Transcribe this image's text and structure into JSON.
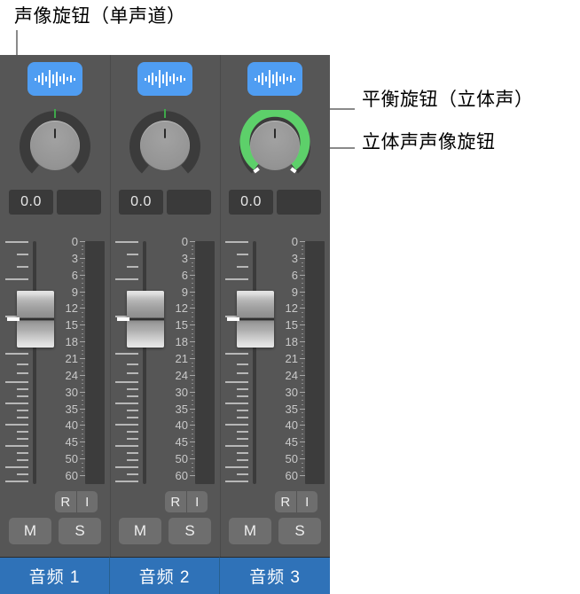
{
  "callouts": [
    {
      "id": "pan-mono",
      "text": "声像旋钮（单声道）"
    },
    {
      "id": "balance",
      "text": "平衡旋钮（立体声）"
    },
    {
      "id": "stereo-pan",
      "text": "立体声声像旋钮"
    }
  ],
  "colors": {
    "panel_bg": "#565656",
    "accent_blue": "#4f9df2",
    "name_strip_blue": "#2f72b8",
    "knob_green": "#5dd06a",
    "knob_mark_green": "#3ea84a",
    "value_box_bg": "#3a3a3a",
    "meter_bg": "#3c3c3c",
    "button_bg": "#6e6e6e",
    "leader_line": "#8a8a8a"
  },
  "meter_scale": [
    "0",
    "3",
    "6",
    "9",
    "12",
    "15",
    "18",
    "21",
    "24",
    "30",
    "35",
    "40",
    "45",
    "50",
    "60"
  ],
  "buttons": {
    "record_enable": "R",
    "input_monitor": "I",
    "mute": "M",
    "solo": "S"
  },
  "icons": {
    "waveform": "waveform-icon",
    "knob": "pan-knob",
    "fader": "volume-fader",
    "meter": "level-meter"
  },
  "channels": [
    {
      "index": 1,
      "name": "音频 1",
      "icon_label": "waveform-icon",
      "knob_type": "mono-pan",
      "knob_value": "0",
      "value_primary": "0.0",
      "value_secondary": "",
      "fader_value": "0.0"
    },
    {
      "index": 2,
      "name": "音频 2",
      "icon_label": "waveform-icon",
      "knob_type": "stereo-balance",
      "knob_value": "0",
      "value_primary": "0.0",
      "value_secondary": "",
      "fader_value": "0.0"
    },
    {
      "index": 3,
      "name": "音频 3",
      "icon_label": "waveform-icon",
      "knob_type": "stereo-pan",
      "knob_value": "0",
      "value_primary": "0.0",
      "value_secondary": "",
      "fader_value": "0.0"
    }
  ]
}
